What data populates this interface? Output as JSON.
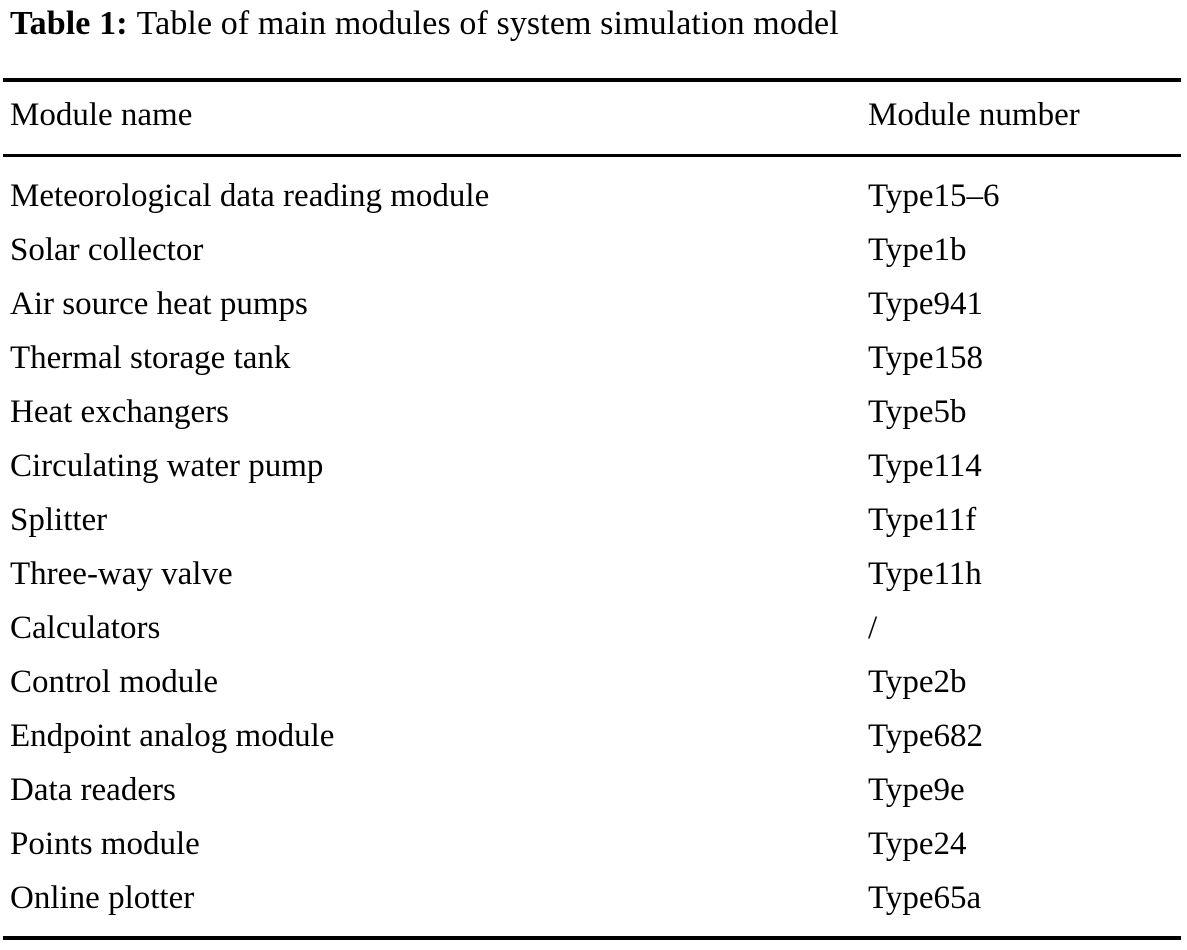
{
  "caption": {
    "label": "Table 1:",
    "text": "Table of main modules of system simulation model"
  },
  "table": {
    "columns": [
      "Module name",
      "Module number"
    ],
    "rows": [
      {
        "name": "Meteorological data reading module",
        "number": "Type15–6"
      },
      {
        "name": "Solar collector",
        "number": "Type1b"
      },
      {
        "name": "Air source heat pumps",
        "number": "Type941"
      },
      {
        "name": "Thermal storage tank",
        "number": "Type158"
      },
      {
        "name": "Heat exchangers",
        "number": "Type5b"
      },
      {
        "name": "Circulating water pump",
        "number": "Type114"
      },
      {
        "name": "Splitter",
        "number": "Type11f"
      },
      {
        "name": "Three-way valve",
        "number": "Type11h"
      },
      {
        "name": "Calculators",
        "number": "/"
      },
      {
        "name": "Control module",
        "number": "Type2b"
      },
      {
        "name": "Endpoint analog module",
        "number": "Type682"
      },
      {
        "name": "Data readers",
        "number": "Type9e"
      },
      {
        "name": "Points module",
        "number": "Type24"
      },
      {
        "name": "Online plotter",
        "number": "Type65a"
      }
    ]
  },
  "style": {
    "text_color": "#000000",
    "background_color": "#ffffff",
    "rule_color": "#000000"
  }
}
